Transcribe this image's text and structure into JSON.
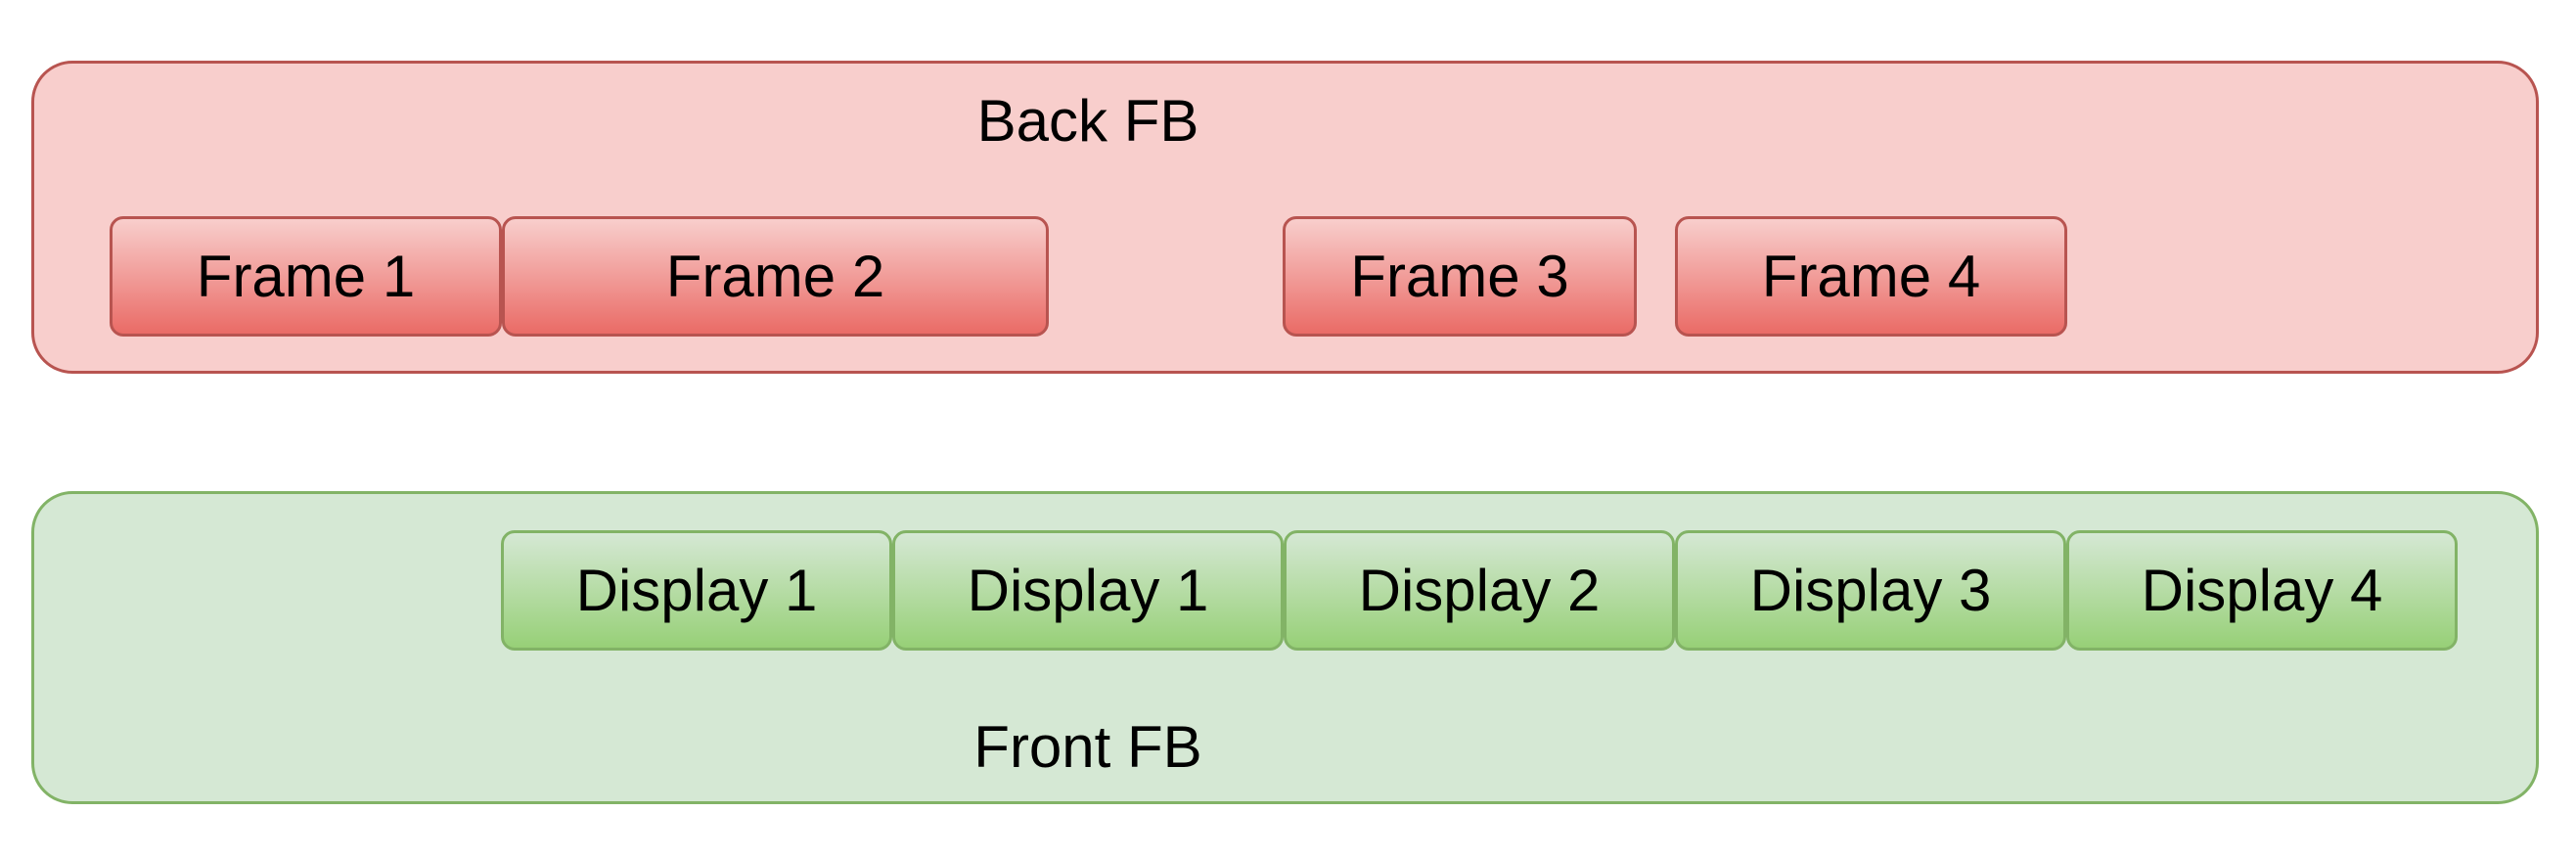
{
  "colors": {
    "back_panel_fill": "#f8cecc",
    "back_panel_border": "#b85450",
    "frame_gradient_top": "#f8cecc",
    "frame_gradient_bottom": "#ea6b66",
    "front_panel_fill": "#d5e8d4",
    "front_panel_border": "#82b366",
    "display_gradient_top": "#d5e8d4",
    "display_gradient_bottom": "#97d077"
  },
  "back_fb": {
    "title": "Back FB",
    "frames": [
      {
        "label": "Frame 1"
      },
      {
        "label": "Frame 2"
      },
      {
        "label": "Frame 3"
      },
      {
        "label": "Frame 4"
      }
    ]
  },
  "front_fb": {
    "title": "Front FB",
    "displays": [
      {
        "label": "Display 1"
      },
      {
        "label": "Display 1"
      },
      {
        "label": "Display 2"
      },
      {
        "label": "Display 3"
      },
      {
        "label": "Display 4"
      }
    ]
  }
}
